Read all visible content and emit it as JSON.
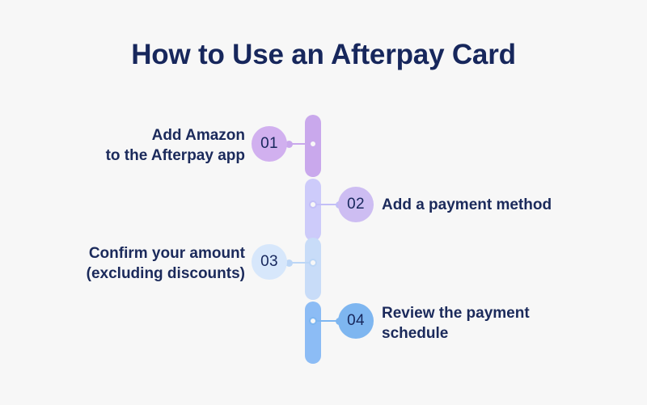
{
  "page": {
    "background_color": "#f7f7f7",
    "title": "How to Use an Afterpay Card",
    "title_color": "#17275c"
  },
  "timeline": {
    "text_color": "#1b2a5b",
    "steps": [
      {
        "number": "01",
        "label": "Add Amazon\nto the Afterpay app",
        "side": "left",
        "circle_color": "#d1b0ef",
        "bar_color": "#c9a8ec",
        "connector_color": "#c9a8ec",
        "ring_border_color": "#c9a8ec"
      },
      {
        "number": "02",
        "label": "Add a payment method",
        "side": "right",
        "circle_color": "#cdbdf2",
        "bar_color": "#cdcbfa",
        "connector_color": "#c3bff7",
        "ring_border_color": "#c3bff7"
      },
      {
        "number": "03",
        "label": "Confirm your amount\n(excluding discounts)",
        "side": "left",
        "circle_color": "#d7e7fb",
        "bar_color": "#c8dcf8",
        "connector_color": "#bcd6f6",
        "ring_border_color": "#bcd6f6"
      },
      {
        "number": "04",
        "label": "Review the payment\nschedule",
        "side": "right",
        "circle_color": "#7eb6f0",
        "bar_color": "#8cbcf5",
        "connector_color": "#7eb6f0",
        "ring_border_color": "#7eb6f0"
      }
    ]
  }
}
